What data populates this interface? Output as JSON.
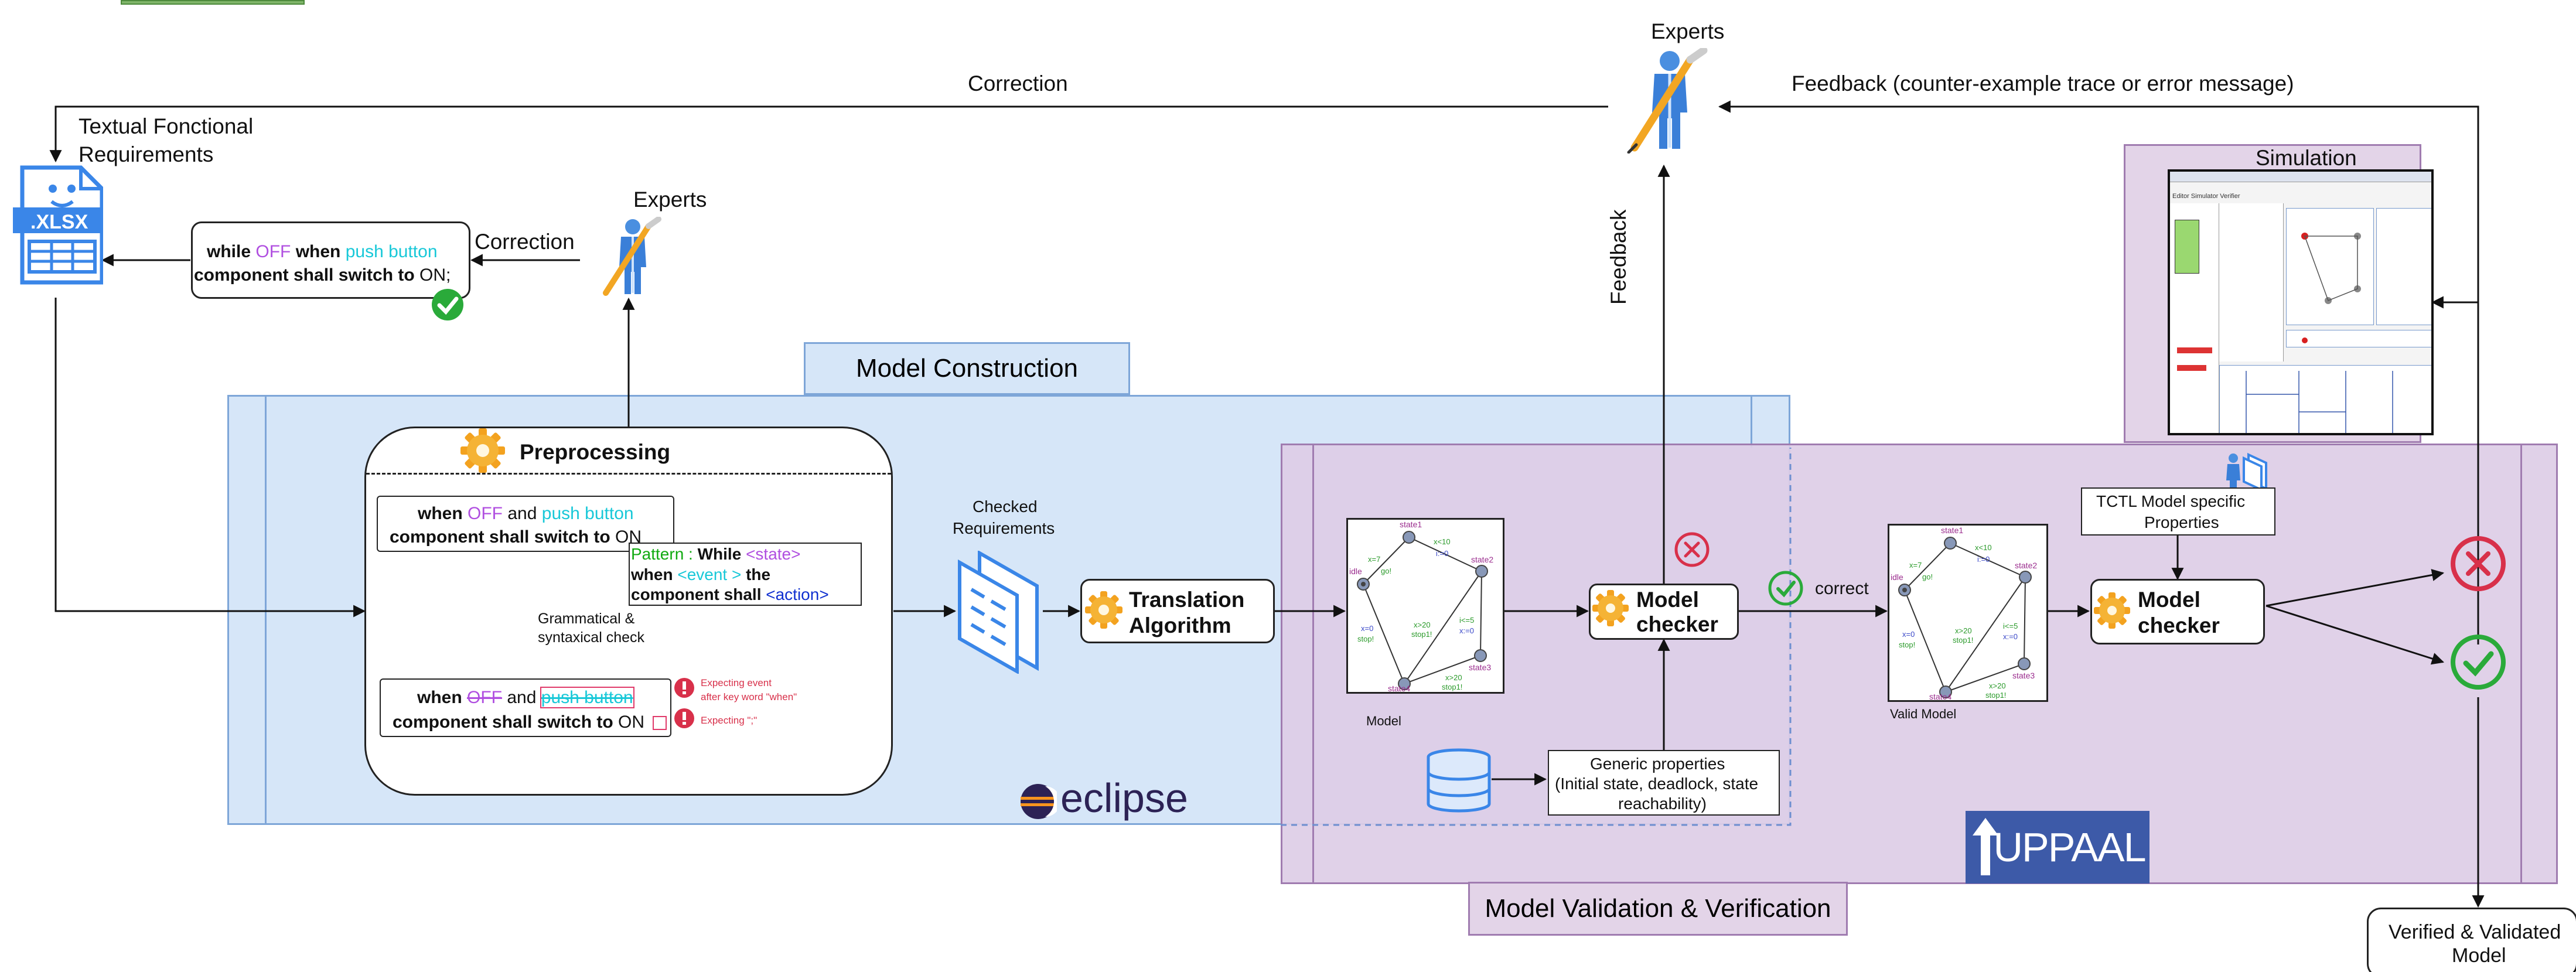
{
  "colors": {
    "construction_bg": "#d6e6f8",
    "construction_border": "#7ea6d8",
    "validation_bg": "#e3d4e8",
    "validation_border": "#a07cb0",
    "purple_text": "#b04fe0",
    "cyan_text": "#18c8d8",
    "green_text": "#11aa11",
    "blue_text": "#1030d0",
    "error_red": "#d8304a",
    "ok_green": "#2aaa3a",
    "uppaal_blue": "#3d5aa8",
    "icon_blue": "#3a86e8"
  },
  "top": {
    "correction_label": "Correction",
    "experts_label": "Experts",
    "feedback_label": "Feedback (counter-example trace or error message)"
  },
  "requirements": {
    "title_line1": "Textual Fonctional",
    "title_line2": "Requirements",
    "file_badge": ".XLSX"
  },
  "corrected_req": {
    "w1": "while",
    "w2": "OFF",
    "w3": "when",
    "w4": "push button",
    "line2_bold": "component shall switch to",
    "line2_end": "ON;"
  },
  "small_experts": {
    "label": "Experts",
    "correction": "Correction"
  },
  "construction": {
    "title": "Model Construction"
  },
  "preprocessing": {
    "title": "Preprocessing",
    "req1_when": "when",
    "req1_off": "OFF",
    "req1_and": "and",
    "req1_push": "push button",
    "req1_line2": "component shall switch to",
    "req1_on": "ON",
    "pattern_label": "Pattern :",
    "pattern_while": "While",
    "pattern_state": "<state>",
    "pattern_when": "when",
    "pattern_event": "<event >",
    "pattern_the": "the",
    "pattern_component": "component shall",
    "pattern_action": "<action>",
    "check_line1": "Grammatical &",
    "check_line2": "syntaxical check",
    "req2_when": "when",
    "req2_off": "OFF",
    "req2_and": "and",
    "req2_push": "push button",
    "req2_line2": "component shall switch to",
    "req2_on": "ON",
    "err1_line1": "Expecting event",
    "err1_line2": "after key word \"when\"",
    "err2": "Expecting \";\""
  },
  "checked": {
    "line1": "Checked",
    "line2": "Requirements"
  },
  "translation": {
    "line1": "Translation",
    "line2": "Algorithm"
  },
  "eclipse": {
    "logo_text": "eclipse"
  },
  "model": {
    "caption": "Model",
    "valid_caption": "Valid Model",
    "states": [
      "state1",
      "state2",
      "state3",
      "state4",
      "idle"
    ],
    "edge_labels": [
      "x<10",
      "i:=0",
      "x=7",
      "go!",
      "i<=5",
      "x:=0",
      "x>20",
      "stop1!",
      "x=0",
      "stop!",
      "x>20",
      "stop1!"
    ]
  },
  "checker1": {
    "line1": "Model",
    "line2": "checker"
  },
  "correct_label": "correct",
  "feedback_vertical": "Feedback",
  "generic_props": {
    "line1": "Generic properties",
    "line2": "(Initial state, deadlock, state",
    "line3": "reachability)"
  },
  "tctl": {
    "line1": "TCTL Model specific",
    "line2": "Properties"
  },
  "checker2": {
    "line1": "Model",
    "line2": "checker"
  },
  "simulation": {
    "title": "Simulation",
    "toolbar": "Editor  Simulator  Verifier"
  },
  "uppaal": {
    "logo_text": "UPPAAL"
  },
  "validation": {
    "title": "Model Validation & Verification"
  },
  "verified": {
    "line1": "Verified & Validated",
    "line2": "Model"
  }
}
